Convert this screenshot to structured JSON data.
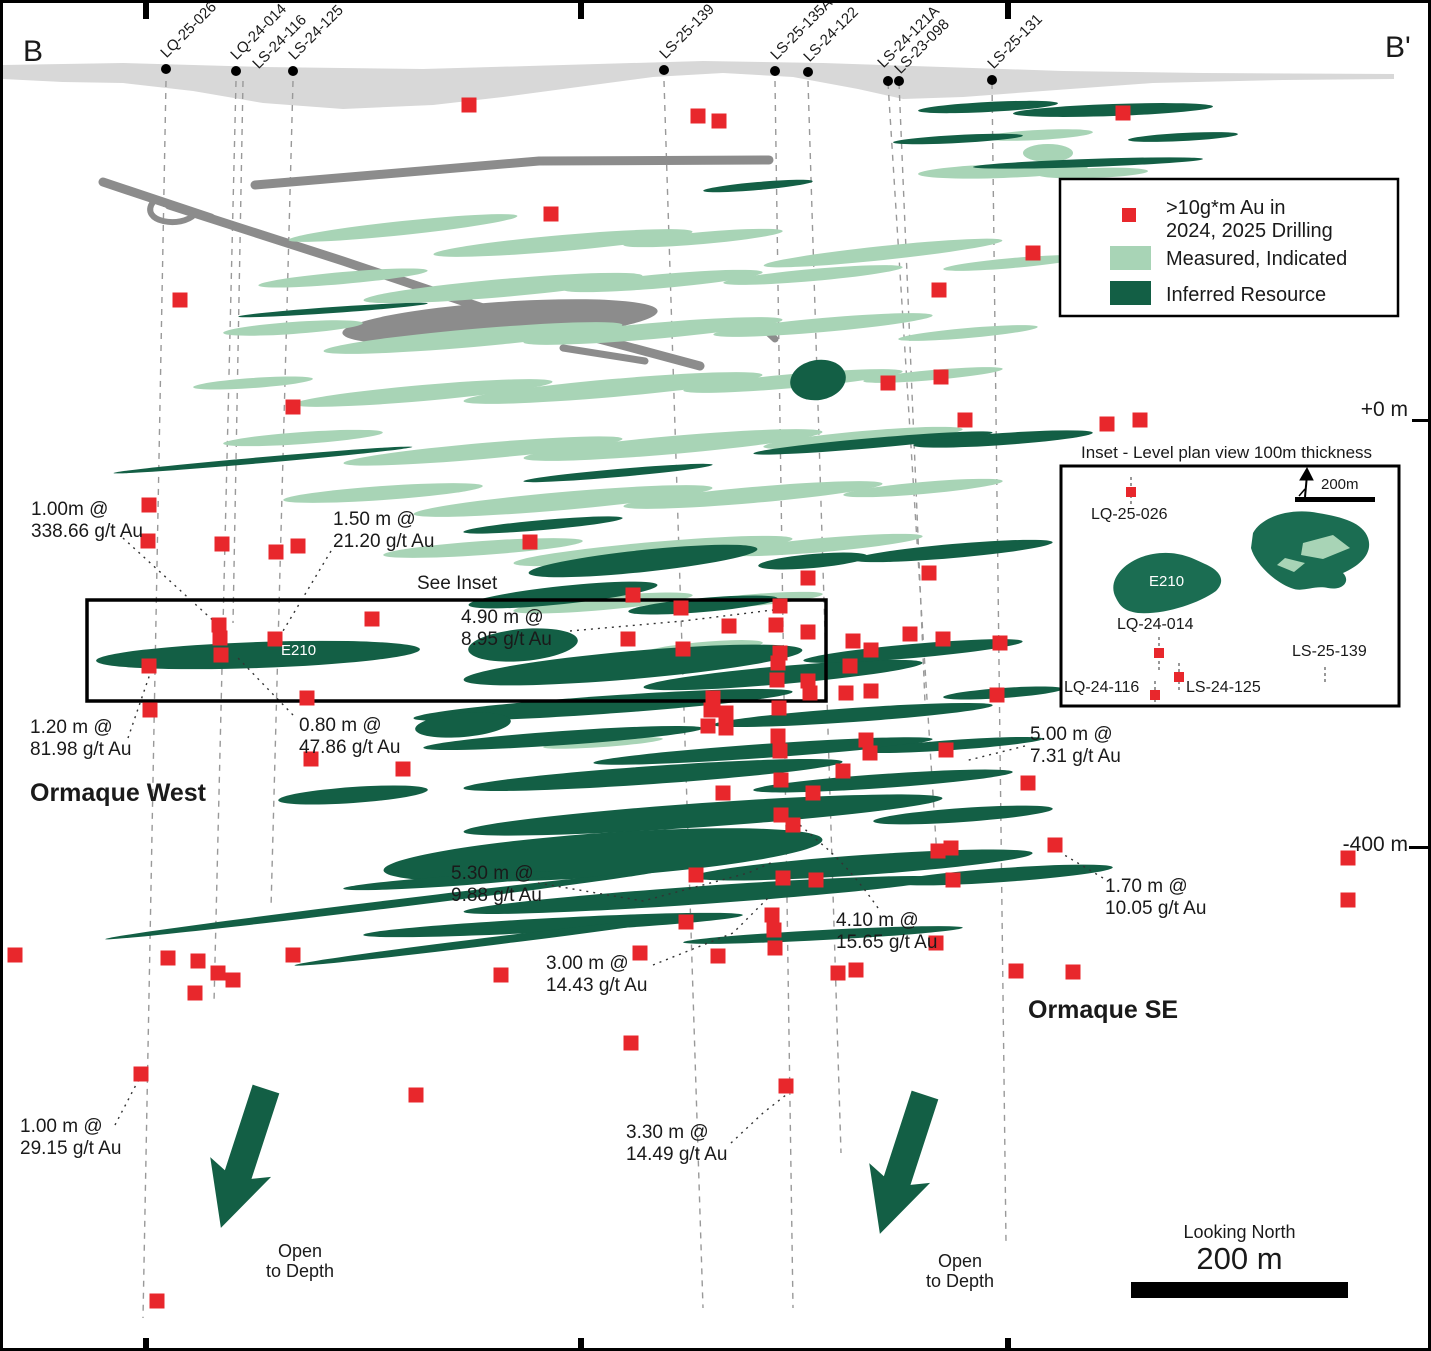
{
  "titles": {
    "section_left": "B",
    "section_right": "B'"
  },
  "drill_holes": [
    {
      "label": "LQ-25-026"
    },
    {
      "label": "LQ-24-014"
    },
    {
      "label": "LS-24-116"
    },
    {
      "label": "LS-24-125"
    },
    {
      "label": "LS-25-139"
    },
    {
      "label": "LS-25-135A"
    },
    {
      "label": "LS-24-122"
    },
    {
      "label": "LS-24-121A"
    },
    {
      "label": "LS-23-098"
    },
    {
      "label": "LS-25-131"
    }
  ],
  "legend": {
    "item1_line1": ">10g*m Au in",
    "item1_line2": "2024, 2025 Drilling",
    "item2": "Measured, Indicated",
    "item3": "Inferred Resource"
  },
  "elevation_marks": [
    {
      "label": "+0 m"
    },
    {
      "label": "-400 m"
    }
  ],
  "zone_labels": {
    "west": "Ormaque West",
    "se": "Ormaque SE"
  },
  "see_inset_label": "See Inset",
  "e210_label": "E210",
  "annotations": [
    {
      "l1": "1.00m @",
      "l2": "338.66 g/t Au"
    },
    {
      "l1": "1.50 m @",
      "l2": "21.20 g/t Au"
    },
    {
      "l1": "4.90 m @",
      "l2": "8.95 g/t Au"
    },
    {
      "l1": "1.20 m @",
      "l2": "81.98 g/t Au"
    },
    {
      "l1": "0.80 m @",
      "l2": "47.86 g/t Au"
    },
    {
      "l1": "5.00 m @",
      "l2": "7.31 g/t Au"
    },
    {
      "l1": "5.30 m @",
      "l2": "9.88 g/t Au"
    },
    {
      "l1": "1.70 m @",
      "l2": "10.05 g/t Au"
    },
    {
      "l1": "4.10 m @",
      "l2": "15.65 g/t Au"
    },
    {
      "l1": "3.00 m @",
      "l2": "14.43 g/t Au"
    },
    {
      "l1": "1.00 m @",
      "l2": "29.15 g/t Au"
    },
    {
      "l1": "3.30 m @",
      "l2": "14.49 g/t Au"
    }
  ],
  "open_to_depth": {
    "l1": "Open",
    "l2": "to Depth"
  },
  "inset": {
    "title": "Inset - Level plan view 100m thickness",
    "scale_label": "200m",
    "labels": {
      "lq25026": "LQ-25-026",
      "e210": "E210",
      "lq24014": "LQ-24-014",
      "ls25139": "LS-25-139",
      "lq24116": "LQ-24-116",
      "ls24125": "LS-24-125"
    },
    "markers": [
      [
        1128,
        489
      ],
      [
        1156,
        650
      ],
      [
        1176,
        674
      ],
      [
        1152,
        692
      ]
    ]
  },
  "scale": {
    "view_label": "Looking North",
    "bar_label": "200 m"
  },
  "colors": {
    "intercept_red": "#e8272c",
    "measured_indicated_green": "#a8d4b6",
    "inferred_green": "#135f45",
    "workings_gray": "#8c8c8c",
    "surface_gray": "#d8d8d8",
    "trace_gray": "#999999"
  },
  "intercepts": [
    [
      466,
      102
    ],
    [
      695,
      113
    ],
    [
      716,
      118
    ],
    [
      1120,
      110
    ],
    [
      548,
      211
    ],
    [
      1030,
      250
    ],
    [
      177,
      297
    ],
    [
      936,
      287
    ],
    [
      885,
      380
    ],
    [
      938,
      374
    ],
    [
      962,
      417
    ],
    [
      1104,
      421
    ],
    [
      1137,
      417
    ],
    [
      290,
      404
    ],
    [
      146,
      502
    ],
    [
      145,
      538
    ],
    [
      219,
      541
    ],
    [
      273,
      549
    ],
    [
      295,
      543
    ],
    [
      527,
      539
    ],
    [
      369,
      616
    ],
    [
      216,
      622
    ],
    [
      217,
      635
    ],
    [
      218,
      652
    ],
    [
      146,
      663
    ],
    [
      272,
      636
    ],
    [
      147,
      707
    ],
    [
      304,
      695
    ],
    [
      308,
      756
    ],
    [
      400,
      766
    ],
    [
      630,
      592
    ],
    [
      678,
      605
    ],
    [
      726,
      623
    ],
    [
      625,
      636
    ],
    [
      680,
      646
    ],
    [
      805,
      575
    ],
    [
      926,
      570
    ],
    [
      777,
      603
    ],
    [
      773,
      622
    ],
    [
      805,
      629
    ],
    [
      907,
      631
    ],
    [
      940,
      636
    ],
    [
      997,
      640
    ],
    [
      850,
      638
    ],
    [
      868,
      647
    ],
    [
      847,
      663
    ],
    [
      777,
      650
    ],
    [
      775,
      660
    ],
    [
      774,
      677
    ],
    [
      805,
      678
    ],
    [
      807,
      690
    ],
    [
      843,
      690
    ],
    [
      868,
      688
    ],
    [
      994,
      692
    ],
    [
      776,
      705
    ],
    [
      710,
      695
    ],
    [
      708,
      707
    ],
    [
      705,
      723
    ],
    [
      723,
      710
    ],
    [
      723,
      725
    ],
    [
      775,
      733
    ],
    [
      777,
      748
    ],
    [
      863,
      737
    ],
    [
      867,
      750
    ],
    [
      943,
      747
    ],
    [
      840,
      768
    ],
    [
      778,
      777
    ],
    [
      720,
      790
    ],
    [
      810,
      790
    ],
    [
      778,
      812
    ],
    [
      790,
      822
    ],
    [
      935,
      848
    ],
    [
      948,
      845
    ],
    [
      693,
      872
    ],
    [
      780,
      875
    ],
    [
      813,
      877
    ],
    [
      950,
      877
    ],
    [
      1025,
      780
    ],
    [
      1052,
      842
    ],
    [
      1345,
      855
    ],
    [
      1345,
      897
    ],
    [
      683,
      919
    ],
    [
      769,
      912
    ],
    [
      771,
      927
    ],
    [
      772,
      945
    ],
    [
      637,
      950
    ],
    [
      715,
      953
    ],
    [
      498,
      972
    ],
    [
      835,
      970
    ],
    [
      853,
      967
    ],
    [
      933,
      940
    ],
    [
      12,
      952
    ],
    [
      165,
      955
    ],
    [
      195,
      958
    ],
    [
      215,
      970
    ],
    [
      192,
      990
    ],
    [
      230,
      977
    ],
    [
      290,
      952
    ],
    [
      138,
      1071
    ],
    [
      154,
      1298
    ],
    [
      413,
      1092
    ],
    [
      628,
      1040
    ],
    [
      783,
      1083
    ],
    [
      1013,
      968
    ],
    [
      1070,
      969
    ]
  ],
  "resource_lenses": {
    "light": [
      [
        400,
        225,
        115,
        7,
        -6
      ],
      [
        560,
        240,
        130,
        8,
        -5
      ],
      [
        700,
        235,
        80,
        6,
        -5
      ],
      [
        880,
        250,
        120,
        7,
        -6
      ],
      [
        1010,
        260,
        70,
        5,
        -5
      ],
      [
        340,
        275,
        85,
        6,
        -5
      ],
      [
        500,
        285,
        140,
        9,
        -5
      ],
      [
        660,
        278,
        100,
        7,
        -5
      ],
      [
        810,
        272,
        90,
        6,
        -5
      ],
      [
        290,
        325,
        70,
        6,
        -4
      ],
      [
        470,
        335,
        150,
        9,
        -5
      ],
      [
        650,
        328,
        130,
        8,
        -5
      ],
      [
        820,
        322,
        110,
        7,
        -5
      ],
      [
        965,
        330,
        70,
        5,
        -5
      ],
      [
        250,
        380,
        60,
        5,
        -4
      ],
      [
        420,
        390,
        130,
        8,
        -5
      ],
      [
        610,
        385,
        150,
        9,
        -5
      ],
      [
        790,
        378,
        110,
        7,
        -5
      ],
      [
        930,
        372,
        70,
        5,
        -5
      ],
      [
        300,
        435,
        80,
        6,
        -4
      ],
      [
        480,
        448,
        140,
        8,
        -5
      ],
      [
        670,
        442,
        150,
        9,
        -5
      ],
      [
        860,
        435,
        100,
        7,
        -5
      ],
      [
        380,
        490,
        100,
        7,
        -4
      ],
      [
        560,
        498,
        150,
        9,
        -5
      ],
      [
        750,
        492,
        130,
        8,
        -5
      ],
      [
        920,
        485,
        80,
        6,
        -5
      ],
      [
        480,
        545,
        100,
        7,
        -4
      ],
      [
        650,
        548,
        140,
        9,
        -5
      ],
      [
        820,
        542,
        100,
        7,
        -5
      ],
      [
        600,
        600,
        90,
        7,
        -5
      ],
      [
        740,
        598,
        80,
        6,
        -5
      ],
      [
        660,
        657,
        100,
        9,
        -5
      ],
      [
        700,
        645,
        60,
        6,
        -5
      ],
      [
        640,
        700,
        70,
        5,
        -4
      ],
      [
        600,
        740,
        60,
        4,
        -4
      ],
      [
        1035,
        132,
        55,
        5,
        -3
      ],
      [
        1000,
        168,
        85,
        7,
        -2
      ],
      [
        1090,
        170,
        55,
        5,
        -2
      ],
      [
        1045,
        150,
        25,
        9,
        0
      ]
    ],
    "dark": [
      [
        985,
        104,
        70,
        5,
        -3
      ],
      [
        1110,
        107,
        100,
        6,
        -2
      ],
      [
        1180,
        134,
        55,
        4,
        -3
      ],
      [
        955,
        136,
        65,
        4,
        -3
      ],
      [
        1085,
        160,
        115,
        4,
        -2
      ],
      [
        330,
        307,
        95,
        3,
        -4
      ],
      [
        755,
        183,
        55,
        4,
        -5
      ],
      [
        260,
        457,
        150,
        3,
        -5
      ],
      [
        615,
        470,
        95,
        4,
        -5
      ],
      [
        815,
        377,
        28,
        20,
        -10
      ],
      [
        870,
        440,
        120,
        5,
        -5
      ],
      [
        1000,
        436,
        90,
        6,
        -4
      ],
      [
        540,
        522,
        80,
        5,
        -5
      ],
      [
        640,
        558,
        115,
        11,
        -6
      ],
      [
        810,
        558,
        55,
        7,
        -5
      ],
      [
        950,
        548,
        100,
        7,
        -5
      ],
      [
        560,
        592,
        95,
        9,
        -6
      ],
      [
        700,
        602,
        75,
        7,
        -5
      ],
      [
        255,
        652,
        162,
        13,
        -2
      ],
      [
        520,
        642,
        55,
        16,
        -5
      ],
      [
        630,
        662,
        170,
        14,
        -5
      ],
      [
        780,
        672,
        140,
        9,
        -5
      ],
      [
        910,
        648,
        110,
        7,
        -5
      ],
      [
        600,
        702,
        190,
        9,
        -4
      ],
      [
        850,
        712,
        140,
        7,
        -4
      ],
      [
        1000,
        690,
        60,
        5,
        -4
      ],
      [
        460,
        722,
        48,
        12,
        -5
      ],
      [
        560,
        735,
        140,
        7,
        -4
      ],
      [
        760,
        748,
        170,
        7,
        -4
      ],
      [
        950,
        742,
        90,
        5,
        -4
      ],
      [
        350,
        792,
        75,
        8,
        -4
      ],
      [
        650,
        772,
        190,
        9,
        -4
      ],
      [
        880,
        778,
        130,
        7,
        -4
      ],
      [
        700,
        812,
        240,
        12,
        -4
      ],
      [
        960,
        812,
        90,
        7,
        -4
      ],
      [
        600,
        852,
        220,
        22,
        -4
      ],
      [
        860,
        862,
        170,
        10,
        -4
      ],
      [
        700,
        892,
        240,
        9,
        -4
      ],
      [
        1000,
        872,
        110,
        7,
        -4
      ],
      [
        550,
        922,
        190,
        7,
        -3
      ],
      [
        820,
        932,
        140,
        5,
        -3
      ],
      [
        450,
        878,
        110,
        5,
        -4
      ],
      [
        490,
        938,
        200,
        4,
        -7
      ],
      [
        380,
        902,
        280,
        4,
        -7
      ]
    ]
  },
  "drill_traces": [
    [
      163,
      78,
      140,
      1315
    ],
    [
      233,
      78,
      211,
      1000
    ],
    [
      240,
      78,
      230,
      620
    ],
    [
      290,
      78,
      268,
      905
    ],
    [
      661,
      78,
      700,
      1305
    ],
    [
      772,
      78,
      790,
      1305
    ],
    [
      805,
      78,
      838,
      1150
    ],
    [
      885,
      80,
      935,
      870
    ],
    [
      896,
      80,
      922,
      700
    ],
    [
      989,
      80,
      1003,
      1240
    ]
  ]
}
